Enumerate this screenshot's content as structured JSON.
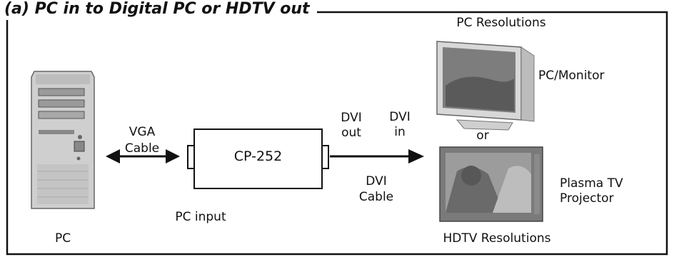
{
  "title": "(a) PC in to Digital PC or HDTV out",
  "labels": {
    "pc": "PC",
    "vga_line1": "VGA",
    "vga_line2": "Cable",
    "device": "CP-252",
    "pc_input": "PC input",
    "dvi_out_line1": "DVI",
    "dvi_out_line2": "out",
    "dvi_in_line1": "DVI",
    "dvi_in_line2": "in",
    "dvi_cable_line1": "DVI",
    "dvi_cable_line2": "Cable",
    "pc_resolutions": "PC Resolutions",
    "pc_monitor": "PC/Monitor",
    "or": "or",
    "plasma_line1": "Plasma TV",
    "plasma_line2": "Projector",
    "hdtv_resolutions": "HDTV Resolutions"
  }
}
